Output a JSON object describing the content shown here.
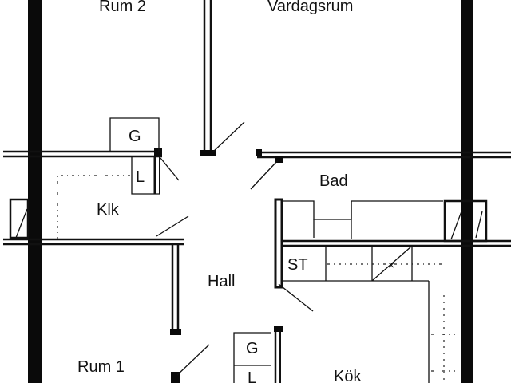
{
  "plan": {
    "rooms": [
      {
        "id": "rum2",
        "label": "Rum 2"
      },
      {
        "id": "vardagsrum",
        "label": "Vardagsrum"
      },
      {
        "id": "klk",
        "label": "Klk"
      },
      {
        "id": "bad",
        "label": "Bad"
      },
      {
        "id": "hall",
        "label": "Hall"
      },
      {
        "id": "rum1",
        "label": "Rum 1"
      },
      {
        "id": "kok",
        "label": "Kök"
      }
    ],
    "fixtures": [
      {
        "id": "g-top",
        "label": "G"
      },
      {
        "id": "l-top",
        "label": "L"
      },
      {
        "id": "st",
        "label": "ST"
      },
      {
        "id": "g-bottom",
        "label": "G"
      },
      {
        "id": "l-bottom",
        "label": "L"
      }
    ]
  },
  "colors": {
    "ink": "#111111",
    "paper": "#ffffff"
  }
}
